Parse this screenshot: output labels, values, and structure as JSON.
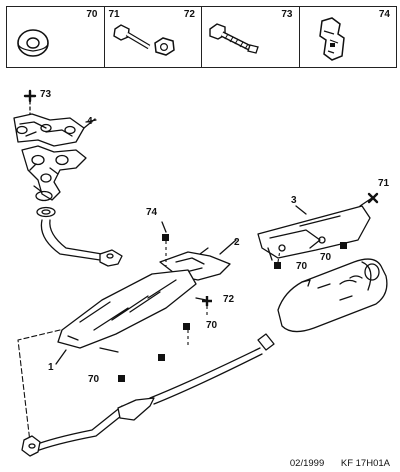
{
  "legend": [
    {
      "id": "70",
      "icon": "washer-icon"
    },
    {
      "id": "71",
      "icon": "bolt-icon"
    },
    {
      "id": "72",
      "icon": "nut-icon"
    },
    {
      "id": "73",
      "icon": "screw-icon"
    },
    {
      "id": "74",
      "icon": "clip-icon"
    }
  ],
  "callouts": {
    "c73": "73",
    "c4": "4",
    "c3": "3",
    "c71": "71",
    "c74": "74",
    "c2": "2",
    "c70a": "70",
    "c70b": "70",
    "c72": "72",
    "c70c": "70",
    "c1": "1",
    "c70d": "70"
  },
  "footer": {
    "date": "02/1999",
    "ref": "KF 17H01A"
  },
  "colors": {
    "line": "#111111",
    "marker": "#000000"
  }
}
